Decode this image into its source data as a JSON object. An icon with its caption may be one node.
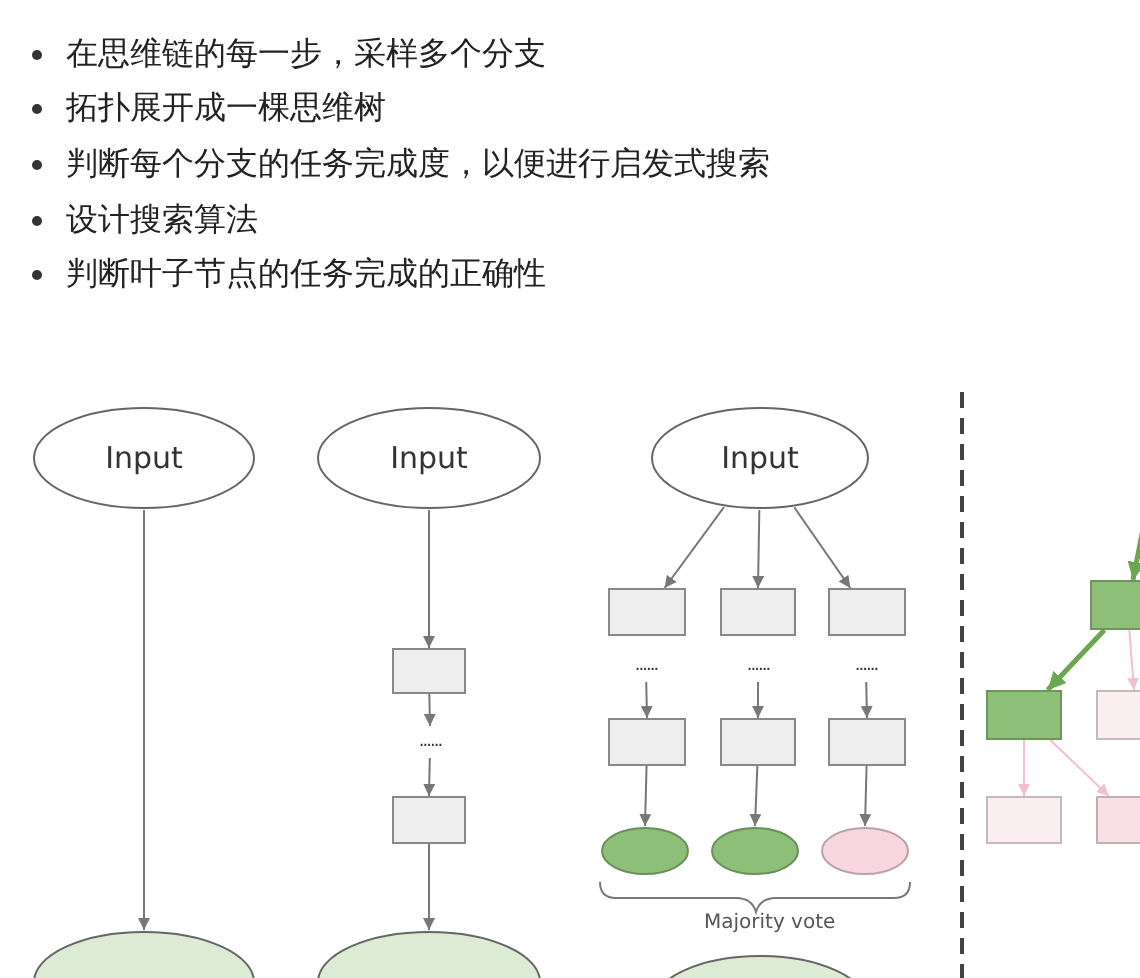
{
  "diagram": {
    "nodes": [
      {
        "text": [
          "Input"
        ]
      },
      {
        "text": [],
        "shape": "ellipse"
      },
      {
        "text": [
          "Input"
        ]
      },
      {
        "text": [],
        "shape": "box"
      },
      {
        "text": [
          "......"
        ]
      },
      {
        "text": [],
        "shape": "box"
      },
      {
        "text": [],
        "shape": "ellipse"
      },
      {
        "text": [
          "Input"
        ]
      },
      {
        "text": [],
        "shape": "box"
      },
      {
        "text": [],
        "shape": "box"
      },
      {
        "text": [],
        "shape": "box"
      },
      {
        "text": [
          "......"
        ]
      },
      {
        "text": [
          "......"
        ]
      },
      {
        "text": [
          "......"
        ]
      },
      {
        "text": [],
        "shape": "box"
      },
      {
        "text": [],
        "shape": "box"
      },
      {
        "text": [],
        "shape": "box"
      },
      {
        "text": [],
        "shape": "ellipse"
      },
      {
        "text": [],
        "shape": "ellipse"
      },
      {
        "text": [],
        "shape": "ellipse"
      },
      {
        "text": [],
        "shape": "ellipse"
      },
      {
        "text": [],
        "shape": "box"
      },
      {
        "text": [],
        "shape": "box"
      },
      {
        "text": [],
        "shape": "box"
      },
      {
        "text": [],
        "shape": "box"
      },
      {
        "text": [],
        "shape": "box"
      }
    ],
    "edges": [
      {
        "from": 0,
        "to": 1,
        "arrow": "to"
      },
      {
        "from": 2,
        "to": 3,
        "arrow": "to"
      },
      {
        "from": 3,
        "to": 4,
        "arrow": "to"
      },
      {
        "from": 4,
        "to": 5,
        "arrow": "to"
      },
      {
        "from": 5,
        "to": 6,
        "arrow": "to"
      },
      {
        "from": 7,
        "to": 8,
        "arrow": "to"
      },
      {
        "from": 7,
        "to": 9,
        "arrow": "to"
      },
      {
        "from": 7,
        "to": 10,
        "arrow": "to"
      },
      {
        "from": 11,
        "to": 14,
        "arrow": "to"
      },
      {
        "from": 12,
        "to": 15,
        "arrow": "to"
      },
      {
        "from": 13,
        "to": 16,
        "arrow": "to"
      },
      {
        "from": 14,
        "to": 17,
        "arrow": "to"
      },
      {
        "from": 15,
        "to": 18,
        "arrow": "to"
      },
      {
        "from": 16,
        "to": 19,
        "arrow": "to"
      },
      {
        "from": null,
        "to": 21,
        "arrow": "to",
        "style": "thick",
        "color": "#6aa84f"
      },
      {
        "from": 21,
        "to": 22,
        "arrow": "to",
        "style": "thick",
        "color": "#6aa84f"
      },
      {
        "from": 21,
        "to": 23,
        "arrow": "to",
        "color": "#f2bfcc"
      },
      {
        "from": 22,
        "to": 24,
        "arrow": "to",
        "color": "#f2bfcc"
      },
      {
        "from": 22,
        "to": 25,
        "arrow": "to",
        "color": "#f2bfcc"
      }
    ],
    "labels": [
      "在思维链的每一步，采样多个分支",
      "拓扑展开成一棵思维树",
      "判断每个分支的任务完成度，以便进行启发式搜索",
      "设计搜索算法",
      "判断叶子节点的任务完成的正确性",
      "Majority vote"
    ]
  }
}
